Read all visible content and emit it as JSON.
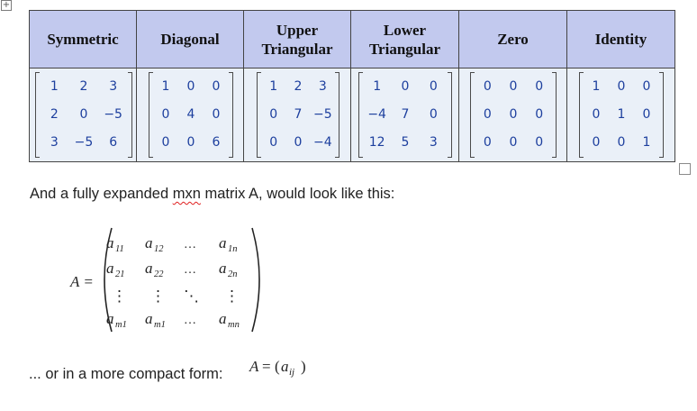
{
  "table": {
    "columns": [
      {
        "header": "Symmetric",
        "rows": [
          [
            "1",
            "2",
            "3"
          ],
          [
            "2",
            "0",
            "−5"
          ],
          [
            "3",
            "−5",
            "6"
          ]
        ]
      },
      {
        "header": "Diagonal",
        "rows": [
          [
            "1",
            "0",
            "0"
          ],
          [
            "0",
            "4",
            "0"
          ],
          [
            "0",
            "0",
            "6"
          ]
        ]
      },
      {
        "header": "Upper\nTriangular",
        "rows": [
          [
            "1",
            "2",
            "3"
          ],
          [
            "0",
            "7",
            "−5"
          ],
          [
            "0",
            "0",
            "−4"
          ]
        ]
      },
      {
        "header": "Lower\nTriangular",
        "rows": [
          [
            "1",
            "0",
            "0"
          ],
          [
            "−4",
            "7",
            "0"
          ],
          [
            "12",
            "5",
            "3"
          ]
        ]
      },
      {
        "header": "Zero",
        "rows": [
          [
            "0",
            "0",
            "0"
          ],
          [
            "0",
            "0",
            "0"
          ],
          [
            "0",
            "0",
            "0"
          ]
        ]
      },
      {
        "header": "Identity",
        "rows": [
          [
            "1",
            "0",
            "0"
          ],
          [
            "0",
            "1",
            "0"
          ],
          [
            "0",
            "0",
            "1"
          ]
        ]
      }
    ]
  },
  "caption": {
    "before": "And a fully expanded ",
    "misspelled": "mxn",
    "after": " matrix A, would look like this:"
  },
  "expanded_matrix": {
    "lhs": "A =",
    "rows": [
      [
        {
          "b": "a",
          "s": "11"
        },
        {
          "b": "a",
          "s": "12"
        },
        {
          "b": "…",
          "s": ""
        },
        {
          "b": "a",
          "s": "1n"
        }
      ],
      [
        {
          "b": "a",
          "s": "21"
        },
        {
          "b": "a",
          "s": "22"
        },
        {
          "b": "…",
          "s": ""
        },
        {
          "b": "a",
          "s": "2n"
        }
      ],
      [
        {
          "b": "⋮",
          "s": ""
        },
        {
          "b": "⋮",
          "s": ""
        },
        {
          "b": "⋱",
          "s": ""
        },
        {
          "b": "⋮",
          "s": ""
        }
      ],
      [
        {
          "b": "a",
          "s": "m1"
        },
        {
          "b": "a",
          "s": "m1"
        },
        {
          "b": "…",
          "s": ""
        },
        {
          "b": "a",
          "s": "mn"
        }
      ]
    ]
  },
  "compact": {
    "text": "... or in a more compact form:",
    "formula_lhs": "A",
    "formula_eq": "=",
    "formula_open": "(",
    "formula_base": "a",
    "formula_sub": "ij",
    "formula_close": ")"
  }
}
